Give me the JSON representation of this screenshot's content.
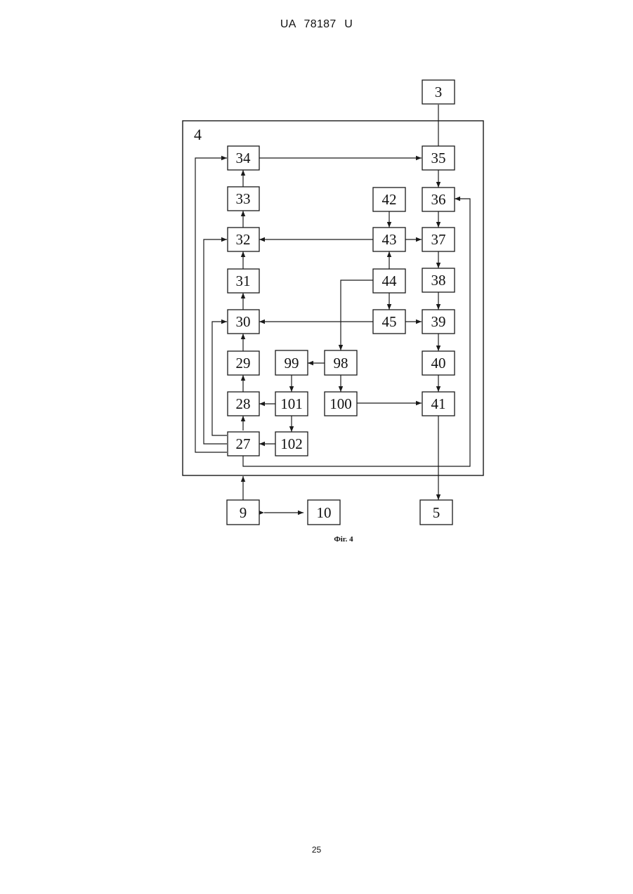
{
  "header": {
    "text": "UA 78187 U"
  },
  "figure": {
    "frame_label": "4",
    "caption": "Фіг. 4",
    "blocks": {
      "b3": "3",
      "b4": "4",
      "b5": "5",
      "b9": "9",
      "b10": "10",
      "b27": "27",
      "b28": "28",
      "b29": "29",
      "b30": "30",
      "b31": "31",
      "b32": "32",
      "b33": "33",
      "b34": "34",
      "b35": "35",
      "b36": "36",
      "b37": "37",
      "b38": "38",
      "b39": "39",
      "b40": "40",
      "b41": "41",
      "b42": "42",
      "b43": "43",
      "b44": "44",
      "b45": "45",
      "b98": "98",
      "b99": "99",
      "b100": "100",
      "b101": "101",
      "b102": "102"
    }
  },
  "footer": {
    "page_number": "25"
  }
}
